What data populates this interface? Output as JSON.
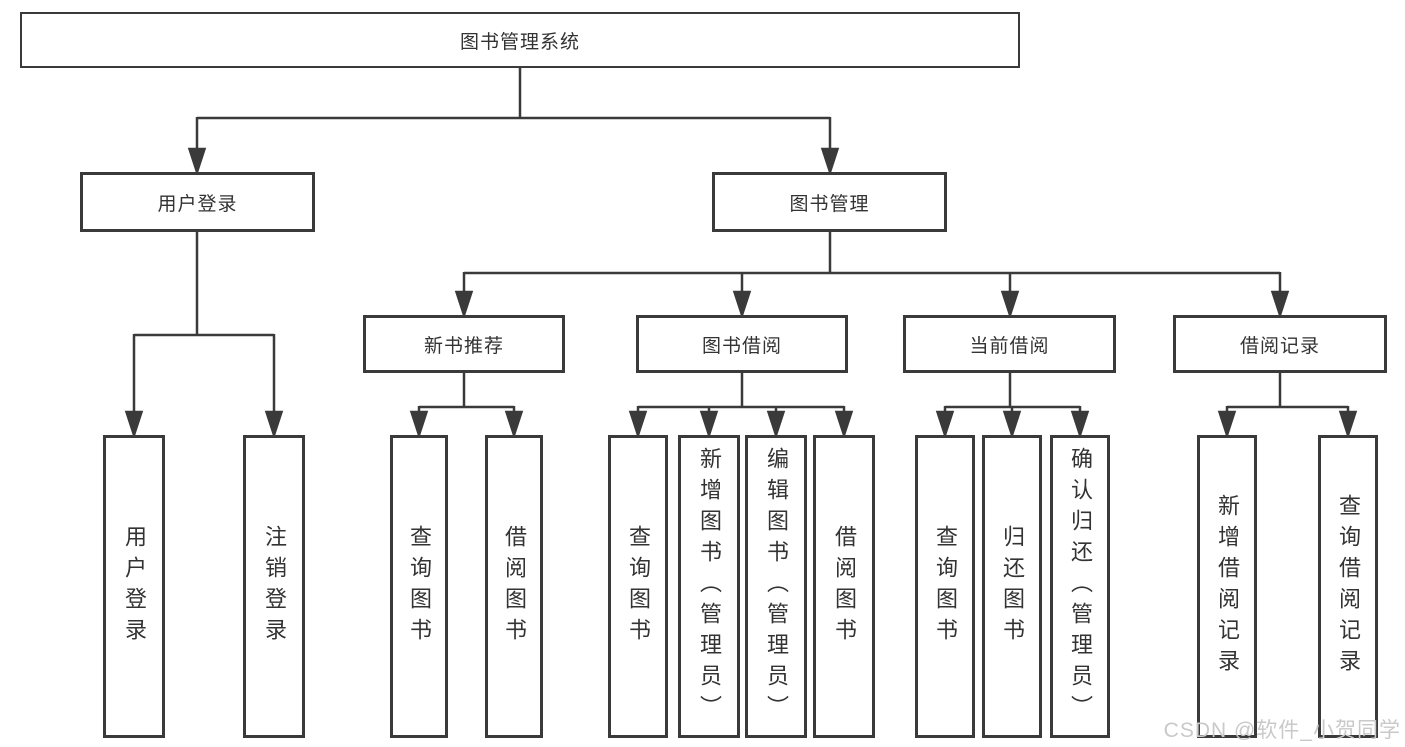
{
  "tree": {
    "root": {
      "label": "图书管理系统",
      "children": [
        {
          "label": "用户登录",
          "children": [
            {
              "label": "用户登录"
            },
            {
              "label": "注销登录"
            }
          ]
        },
        {
          "label": "图书管理",
          "children": [
            {
              "label": "新书推荐",
              "children": [
                {
                  "label": "查询图书"
                },
                {
                  "label": "借阅图书"
                }
              ]
            },
            {
              "label": "图书借阅",
              "children": [
                {
                  "label": "查询图书"
                },
                {
                  "label": "新增图书（管理员）"
                },
                {
                  "label": "编辑图书（管理员）"
                },
                {
                  "label": "借阅图书"
                }
              ]
            },
            {
              "label": "当前借阅",
              "children": [
                {
                  "label": "查询图书"
                },
                {
                  "label": "归还图书"
                },
                {
                  "label": "确认归还（管理员）"
                }
              ]
            },
            {
              "label": "借阅记录",
              "children": [
                {
                  "label": "新增借阅记录"
                },
                {
                  "label": "查询借阅记录"
                }
              ]
            }
          ]
        }
      ]
    }
  },
  "watermark": {
    "text": "CSDN @软件_小贺同学"
  },
  "colors": {
    "line": "#3a3a3a",
    "box_border": "#3a3a3a",
    "text": "#333333",
    "watermark": "#c9c9c9",
    "background": "#ffffff"
  }
}
